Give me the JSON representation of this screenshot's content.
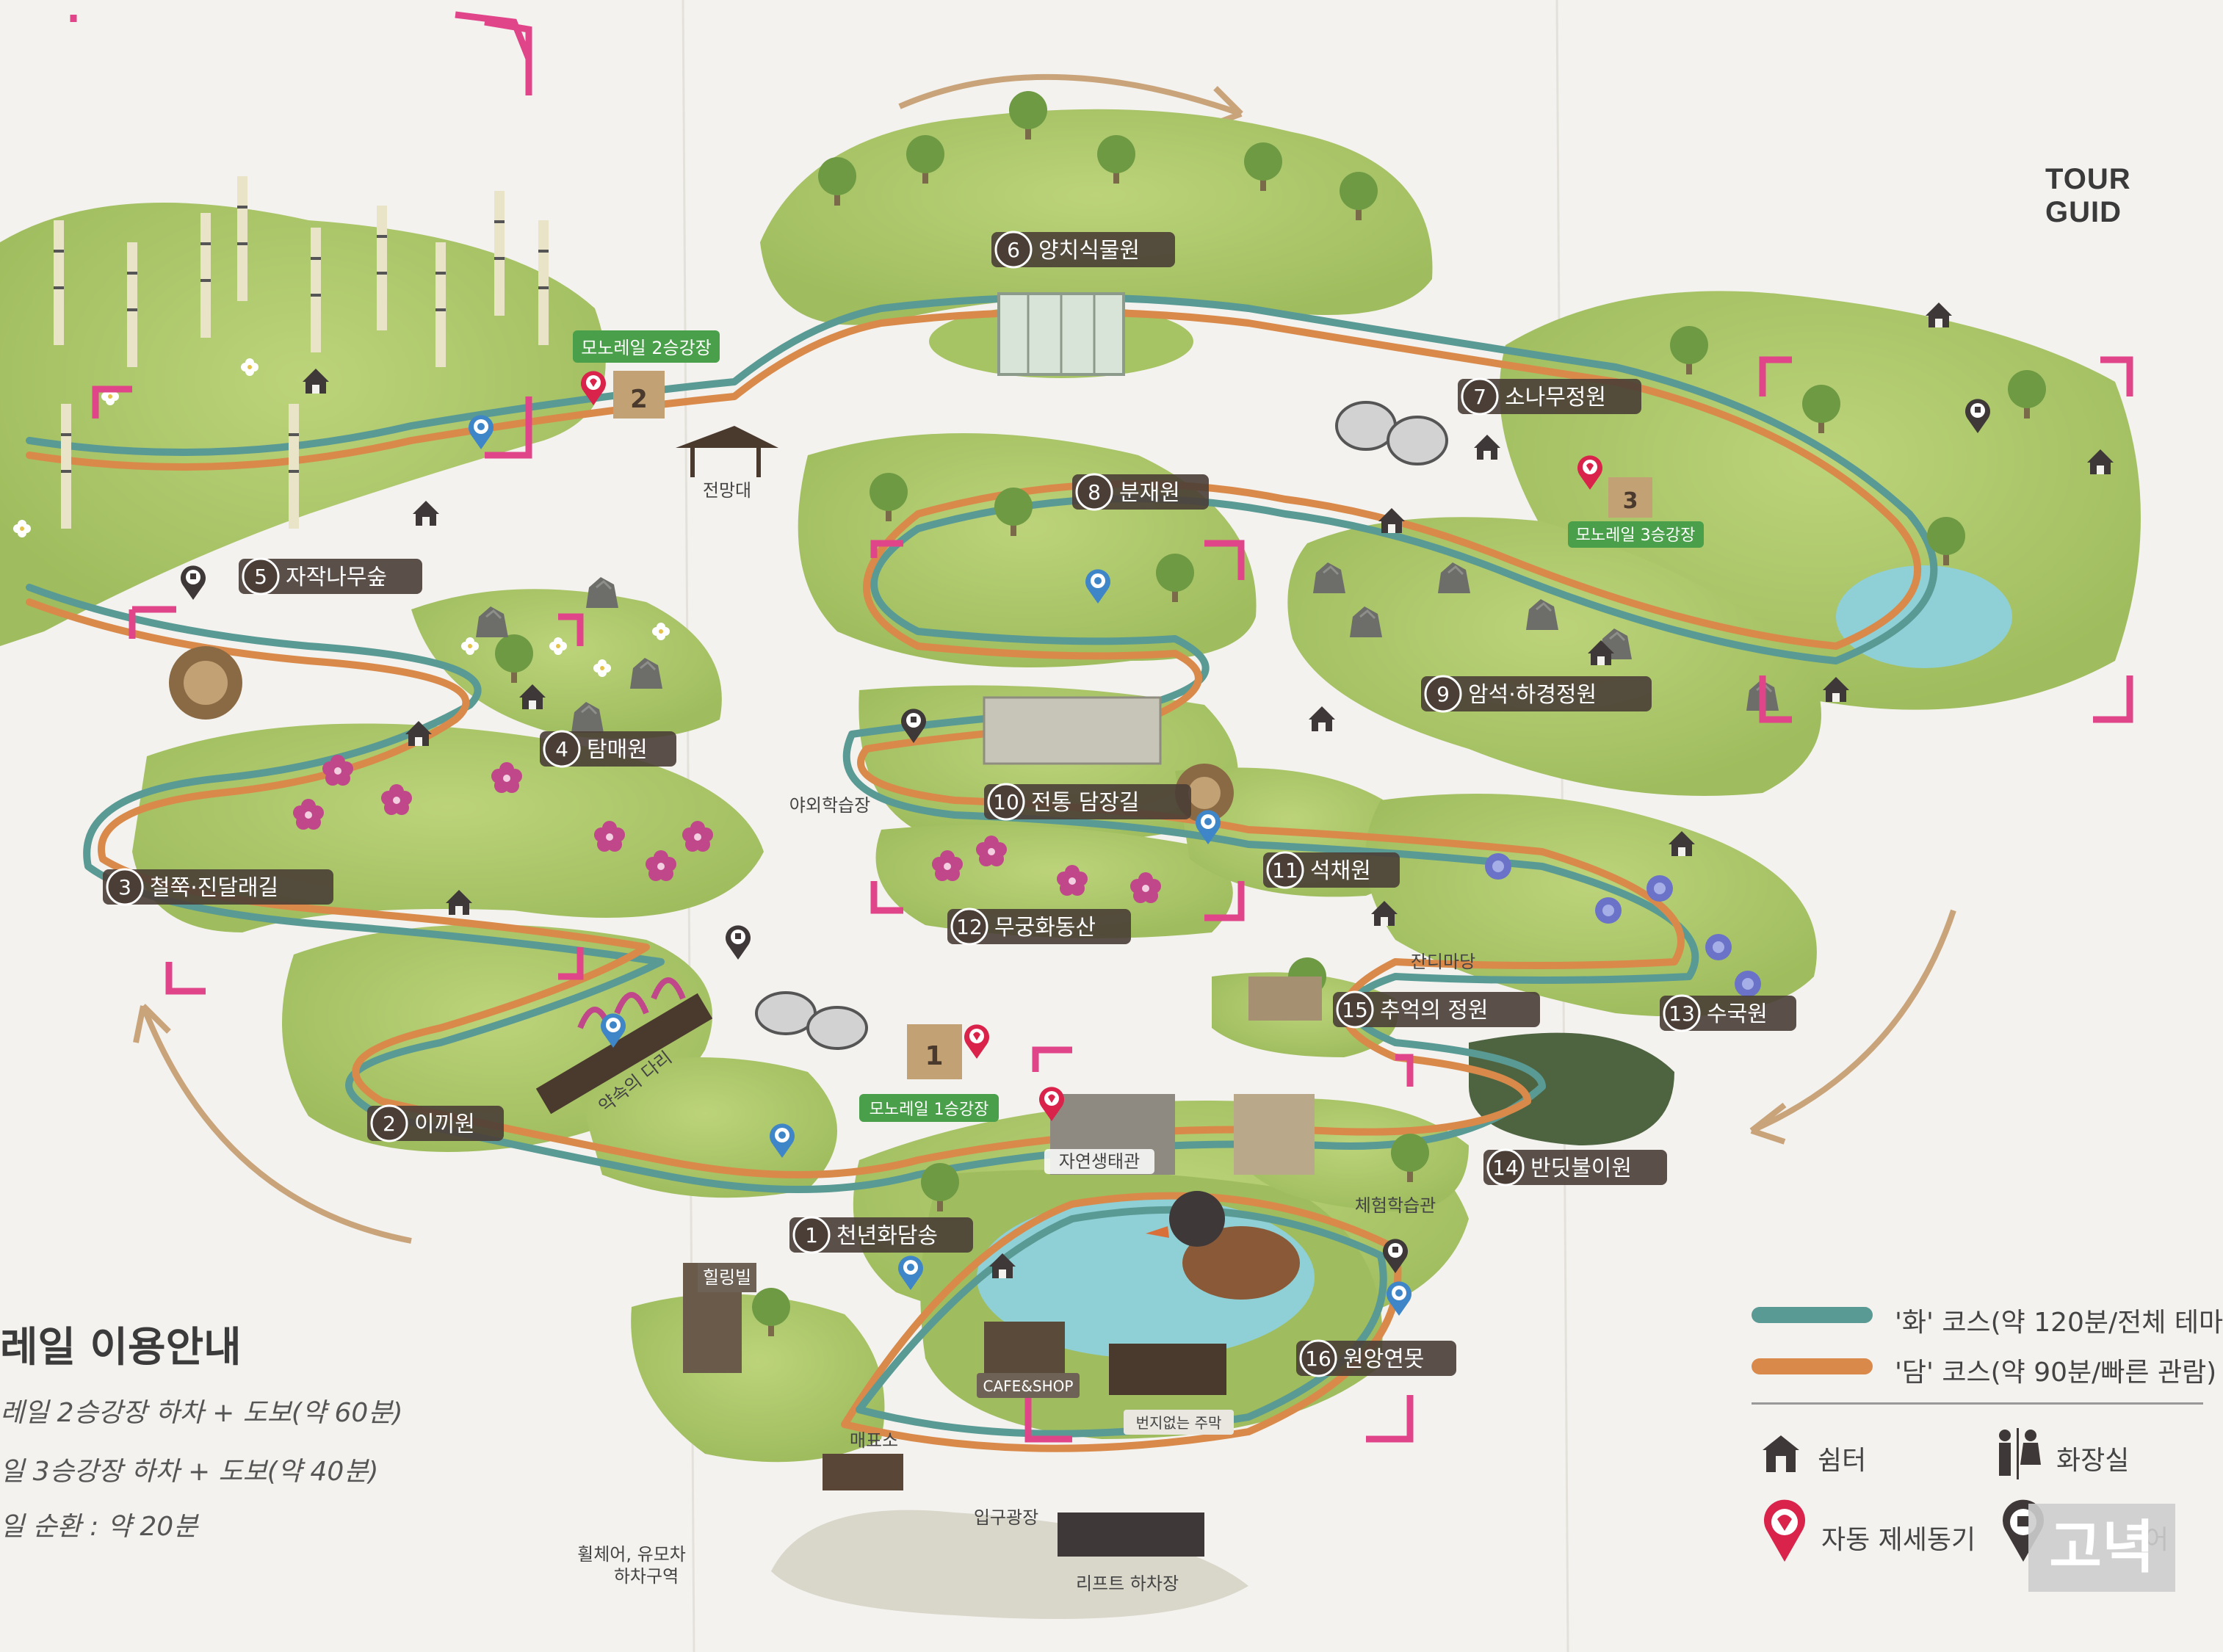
{
  "header": {
    "tour_label": "TOUR GUID"
  },
  "stations": [
    {
      "num": "1",
      "label": "천년화담송"
    },
    {
      "num": "2",
      "label": "이끼원"
    },
    {
      "num": "3",
      "label": "철쭉·진달래길"
    },
    {
      "num": "4",
      "label": "탐매원"
    },
    {
      "num": "5",
      "label": "자작나무숲"
    },
    {
      "num": "6",
      "label": "양치식물원"
    },
    {
      "num": "7",
      "label": "소나무정원"
    },
    {
      "num": "8",
      "label": "분재원"
    },
    {
      "num": "9",
      "label": "암석·하경정원"
    },
    {
      "num": "10",
      "label": "전통 담장길"
    },
    {
      "num": "11",
      "label": "석채원"
    },
    {
      "num": "12",
      "label": "무궁화동산"
    },
    {
      "num": "13",
      "label": "수국원"
    },
    {
      "num": "14",
      "label": "반딧불이원"
    },
    {
      "num": "15",
      "label": "추억의 정원"
    },
    {
      "num": "16",
      "label": "원앙연못"
    }
  ],
  "monorail_tags": [
    {
      "label": "모노레일 2승강장",
      "num": "2"
    },
    {
      "label": "모노레일 3승강장",
      "num": "3"
    },
    {
      "label": "모노레일 1승강장",
      "num": "1"
    }
  ],
  "places": {
    "observatory": "전망대",
    "outdoor_class": "야외학습장",
    "lawn": "잔디마당",
    "promise_bridge": "약속의 다리",
    "eco_hall": "자연생태관",
    "experience_hall": "체험학습관",
    "healing_bill": "힐링빌",
    "cafe": "CAFE&SHOP",
    "ticket": "매표소",
    "entrance": "입구광장",
    "wheelchair": "휠체어, 유모차",
    "wheelchair2": "하차구역",
    "lift": "리프트 하차장",
    "house": "번지없는 주막"
  },
  "guide": {
    "title": "레일 이용안내",
    "lines": [
      "레일 2승강장 하차 + 도보(약 60분)",
      "일 3승강장 하차 + 도보(약 40분)",
      "일 순환 : 약 20분"
    ]
  },
  "legend": {
    "course_hwa": "'화' 코스(약 120분/전체 테마",
    "course_dam": "'담' 코스(약 90분/빠른 관람)",
    "shelter": "쉼터",
    "toilet": "화장실",
    "aed": "자동 제세동기",
    "photo_partial": "어"
  },
  "watermark": "고녁",
  "colors": {
    "hwa_course": "#5a9a94",
    "dam_course": "#d98a4a",
    "accent": "#e0458a",
    "garden": "#a9c46a",
    "aed": "#d9234a"
  }
}
